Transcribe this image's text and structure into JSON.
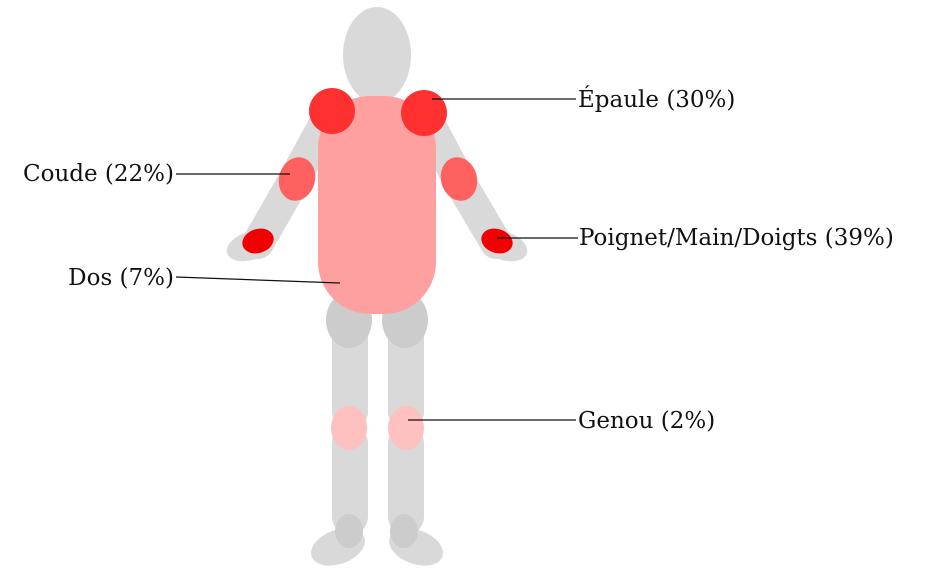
{
  "colors": {
    "body": "#d9d9d9",
    "joint": "#cccccc",
    "torso": "#ffa0a0",
    "shoulder": "#ff3030",
    "elbow": "#ff6060",
    "wrist": "#f00000",
    "knee": "#ffc0c0",
    "text": "#111111"
  },
  "labels": {
    "shoulder": "Épaule (30%)",
    "elbow": "Coude (22%)",
    "wrist": "Poignet/Main/Doigts (39%)",
    "back": "Dos (7%)",
    "knee": "Genou (2%)"
  }
}
